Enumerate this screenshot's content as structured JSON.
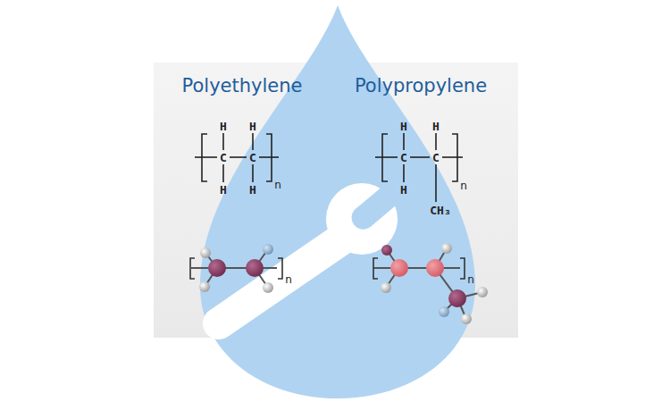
{
  "diagram": {
    "labels": [
      "Polyethylene",
      "Polypropylene",
      "H",
      "H",
      "C",
      "C",
      "H",
      "H",
      "n",
      "H",
      "H",
      "C",
      "C",
      "H",
      "CH₃",
      "n",
      "n",
      "n"
    ]
  }
}
